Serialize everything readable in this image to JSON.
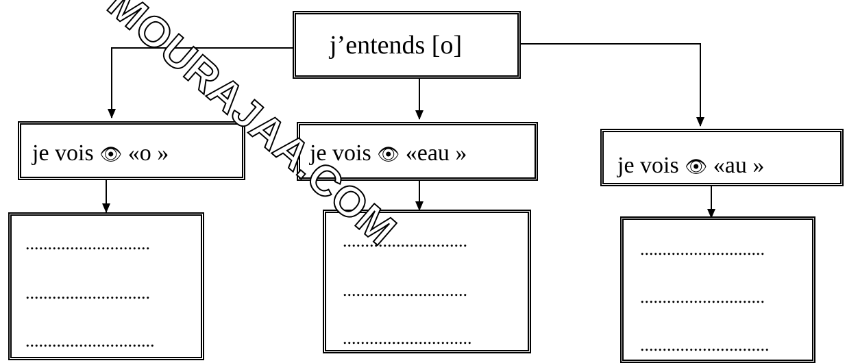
{
  "root": {
    "label": "j’entends [o]"
  },
  "branches": [
    {
      "eye": "👁",
      "label_pre": "je vois",
      "label_post": "«o »",
      "lines": [
        "............................",
        "............................",
        "............................."
      ]
    },
    {
      "eye": "👁",
      "label_pre": "je vois",
      "label_post": "«eau »",
      "lines": [
        "............................",
        "............................",
        "............................."
      ]
    },
    {
      "eye": "👁",
      "label_pre": "je vois",
      "label_post": "«au »",
      "lines": [
        "............................",
        "............................",
        "............................."
      ]
    }
  ],
  "watermark": "MOURAJAA.COM"
}
